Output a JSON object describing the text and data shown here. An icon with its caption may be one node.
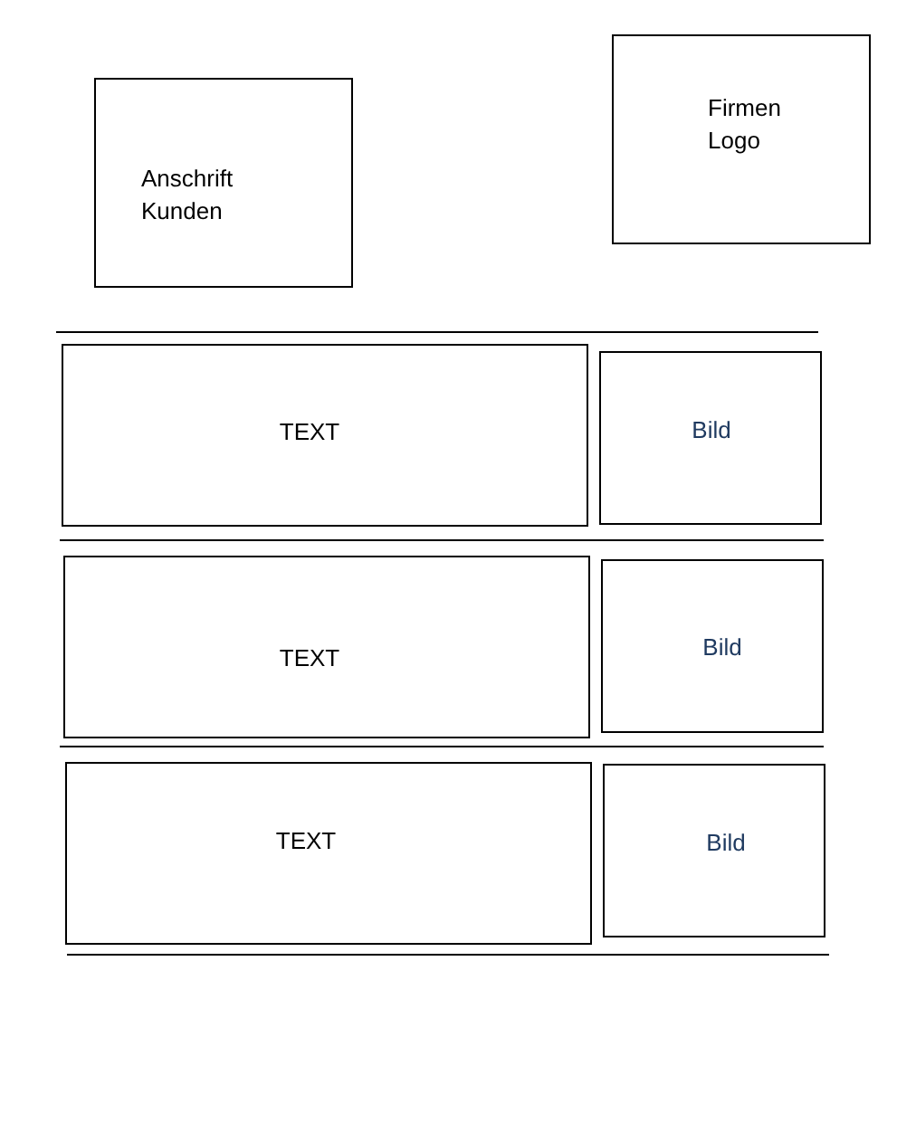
{
  "diagram": {
    "nodes": [
      {
        "text": [
          "Anschrift Kunden"
        ]
      },
      {
        "text": [
          "Firmen Logo"
        ]
      },
      {
        "text": [
          "TEXT"
        ]
      },
      {
        "text": [
          "Bild"
        ]
      },
      {
        "text": [
          "TEXT"
        ]
      },
      {
        "text": [
          "Bild"
        ]
      },
      {
        "text": [
          "TEXT"
        ]
      },
      {
        "text": [
          "Bild"
        ]
      }
    ]
  }
}
